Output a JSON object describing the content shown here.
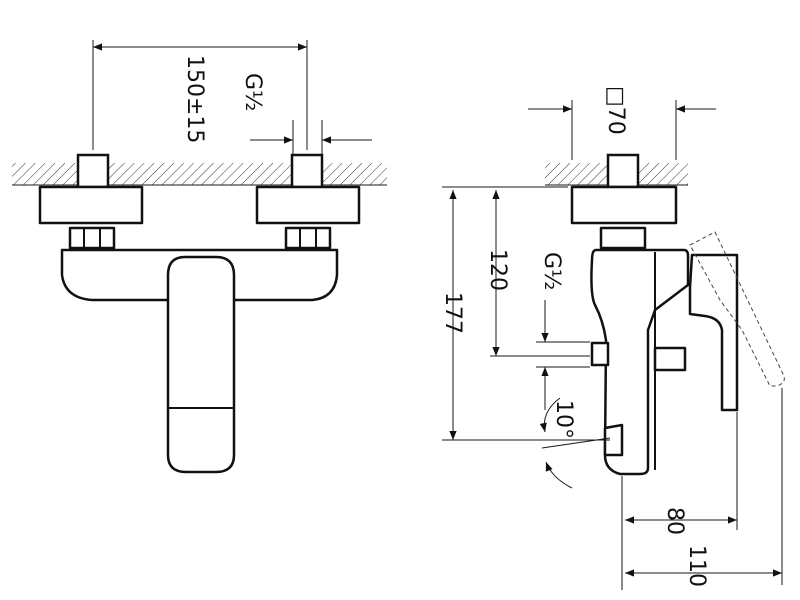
{
  "front_view": {
    "dim_spacing": "150±15",
    "dim_thread": "G½"
  },
  "side_view": {
    "dim_square": "□70",
    "dim_thread": "G½",
    "dim_120": "120",
    "dim_177": "177",
    "dim_angle": "10°",
    "dim_80": "80",
    "dim_110": "110"
  },
  "colors": {
    "line": "#111111",
    "background": "#ffffff"
  }
}
